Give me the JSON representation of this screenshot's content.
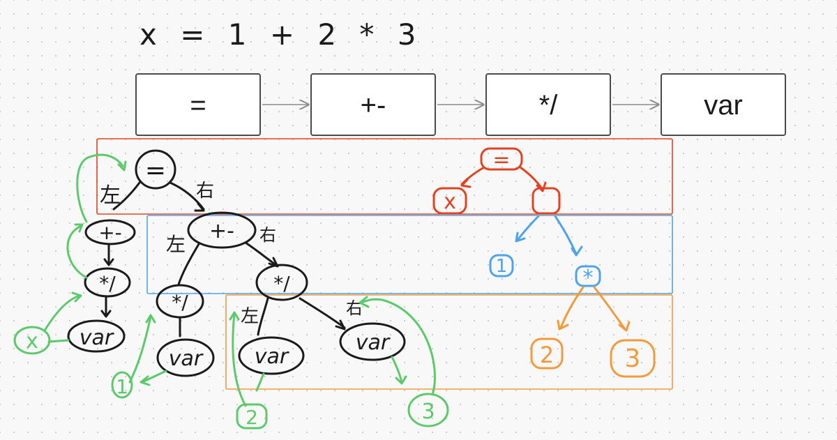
{
  "expression": "x = 1 + 2 * 3",
  "pipeline": [
    "=",
    "+-",
    "*/",
    "var"
  ],
  "colors": {
    "black": "#1a1a1a",
    "red": "#e2421f",
    "blue": "#4ea3ea",
    "orange": "#f29a3c",
    "green": "#5cc96b",
    "arrow": "#8a8a8a"
  },
  "left_tree": {
    "root": "=",
    "left_label": "左",
    "right_label": "右",
    "nodes": {
      "addsub_left": "+-",
      "muldiv_left": "*/",
      "var_left": "var",
      "leaf_x": "x",
      "addsub_right": "+-",
      "muldiv_mid": "*/",
      "var_mid": "var",
      "leaf_1": "1",
      "muldiv_right": "*/",
      "var_a": "var",
      "var_b": "var",
      "leaf_2": "2",
      "leaf_3": "3"
    }
  },
  "right_tree": {
    "root": "=",
    "left_child": "x",
    "right_child": "",
    "num1": "1",
    "op": "*",
    "num2": "2",
    "num3": "3"
  }
}
